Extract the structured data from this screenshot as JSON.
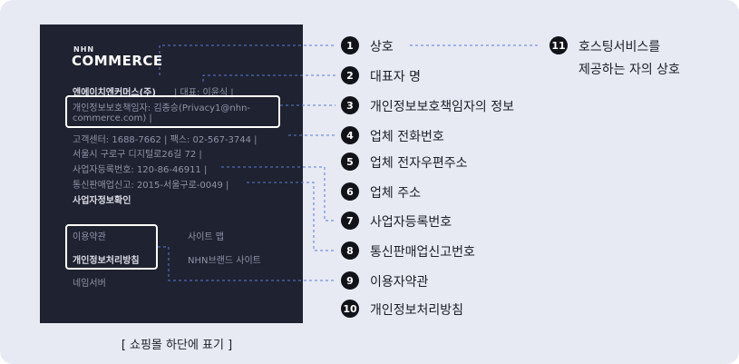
{
  "footer": {
    "logo_small": "NHN",
    "logo_big": "COMMERCE",
    "company_line": "엔에이치엔커머스(주)",
    "ceo_line": "| 대표: 이윤식 |",
    "privacy_line1": "개인정보보호책임자: 김종승(Privacy1@nhn-",
    "privacy_line2": "commerce.com) |",
    "phone_line": "고객센터: 1688-7662 | 팩스: 02-567-3744 |",
    "address_line": "서울시 구로구 디지털로26길 72 |",
    "bizno_line": "사업자등록번호: 120-86-46911 |",
    "mailorder_line": "통신판매업신고: 2015-서울구로-0049 |",
    "bizinfo_line": "사업자정보확인",
    "terms_link": "이용약관",
    "sitemap_link": "사이트 맵",
    "privacy_policy_link": "개인정보처리방침",
    "brand_site_link": "NHN브랜드 사이트",
    "hosting_link": "네임서버"
  },
  "caption": "[ 쇼핑몰 하단에 표기 ]",
  "labels": [
    {
      "num": "1",
      "text": "상호"
    },
    {
      "num": "2",
      "text": "대표자 명"
    },
    {
      "num": "3",
      "text": "개인정보보호책임자의 정보"
    },
    {
      "num": "4",
      "text": "업체 전화번호"
    },
    {
      "num": "5",
      "text": "업체 전자우편주소"
    },
    {
      "num": "6",
      "text": "업체 주소"
    },
    {
      "num": "7",
      "text": "사업자등록번호"
    },
    {
      "num": "8",
      "text": "통신판매업신고번호"
    },
    {
      "num": "9",
      "text": "이용자약관"
    },
    {
      "num": "10",
      "text": "개인정보처리방침"
    },
    {
      "num": "11",
      "text": "호스팅서비스를"
    }
  ],
  "label11_line2": "제공하는 자의 상호",
  "colors": {
    "badge": "#111319",
    "connector": "#5b7bd5",
    "panel": "#1f2230"
  }
}
